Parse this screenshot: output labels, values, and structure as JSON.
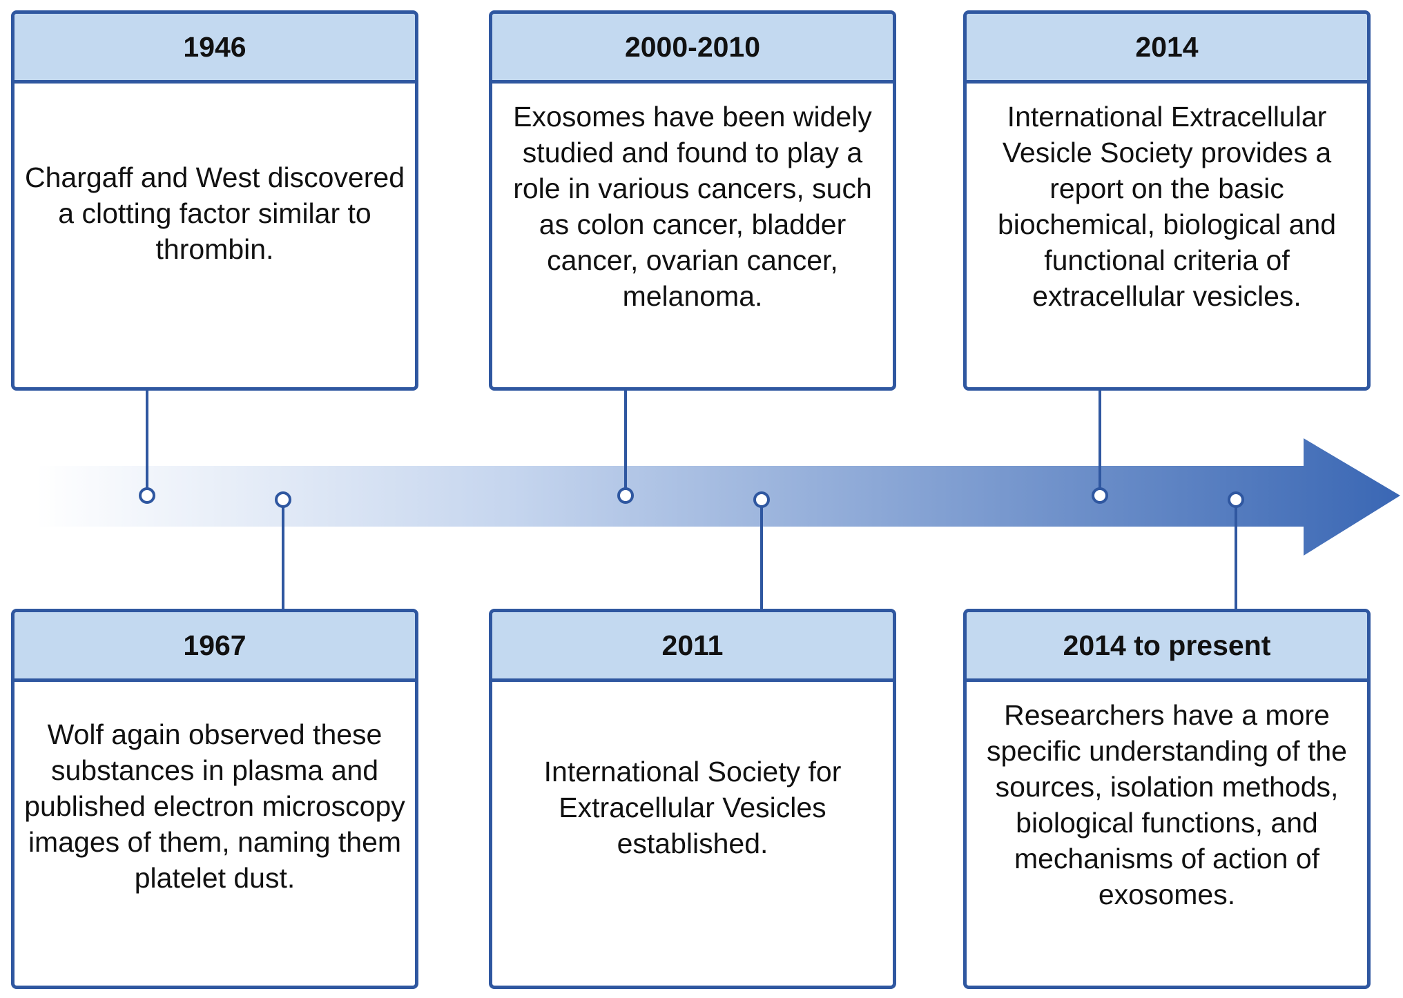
{
  "colors": {
    "border": "#2f57a0",
    "header_fill": "#c3d9f0",
    "arrow_start": "#ffffff",
    "arrow_end": "#3a67b4"
  },
  "events": [
    {
      "date": "1946",
      "text": "Chargaff and West discovered a clotting factor similar to thrombin."
    },
    {
      "date": "1967",
      "text": "Wolf again observed these substances in plasma and published electron microscopy images of them, naming them platelet dust."
    },
    {
      "date": "2000-2010",
      "text": "Exosomes have been widely studied and found to play a role in various cancers, such as colon cancer, bladder cancer, ovarian cancer, melanoma."
    },
    {
      "date": "2011",
      "text": "International Society for Extracellular Vesicles established."
    },
    {
      "date": "2014",
      "text": "International Extracellular Vesicle Society provides a report on the basic biochemical, biological and functional criteria of extracellular vesicles."
    },
    {
      "date": "2014 to present",
      "text": "Researchers have a more specific understanding of the sources, isolation methods, biological functions, and mechanisms of action of exosomes."
    }
  ]
}
